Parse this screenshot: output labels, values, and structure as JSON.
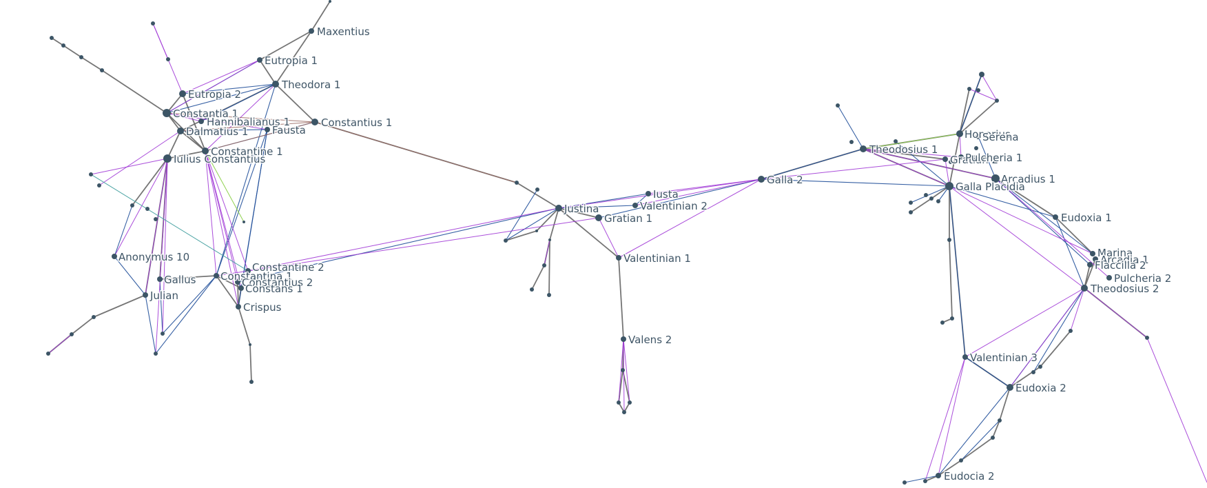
{
  "colors": {
    "background": "#ffffff",
    "node": "#3c5566",
    "label": "#3f5566",
    "edge_parent": "#666666",
    "edge_spouse": "#1f4e99",
    "edge_sibling": "#a13ad6",
    "edge_other": "#9b6a63"
  },
  "labels": {
    "maxentius": "Maxentius",
    "eutropia_1": "Eutropia 1",
    "theodora_1": "Theodora 1",
    "eutropia_2": "Eutropia 2",
    "constantia_1": "Constantia 1",
    "hannibalianus_1": "Hannibalianus 1",
    "constantius_1": "Constantius 1",
    "dalmatius_1": "Dalmatius 1",
    "fausta": "Fausta",
    "constantine_1": "Constantine 1",
    "iulius_constantius": "Iulius Constantius",
    "anonymus_10": "Anonymus 10",
    "constantine_2": "Constantine 2",
    "constantina_1": "Constantina 1",
    "gallus": "Gallus",
    "constantius_2": "Constantius 2",
    "constans_1": "Constans 1",
    "julian": "Julian",
    "crispus": "Crispus",
    "justina": "Justina",
    "iusta": "Iusta",
    "valentinian_2": "Valentinian 2",
    "gratian_1": "Gratian 1",
    "valentinian_1": "Valentinian 1",
    "valens_2": "Valens 2",
    "galla_2": "Galla 2",
    "theodosius_1": "Theodosius 1",
    "honorius": "Honorius",
    "serena": "Serena",
    "gratian_2": "Gratian 2",
    "pulcheria_1": "Pulcheria 1",
    "arcadius_1": "Arcadius 1",
    "galla_placidia": "Galla Placidia",
    "eudoxia_1": "Eudoxia 1",
    "marina": "Marina",
    "arcadia_1": "Arcadia 1",
    "flaccilla_2": "Flaccilla 2",
    "pulcheria_2": "Pulcheria 2",
    "theodosius_2": "Theodosius 2",
    "valentinian_3": "Valentinian 3",
    "eudoxia_2": "Eudoxia 2",
    "eudocia_2": "Eudocia 2"
  }
}
